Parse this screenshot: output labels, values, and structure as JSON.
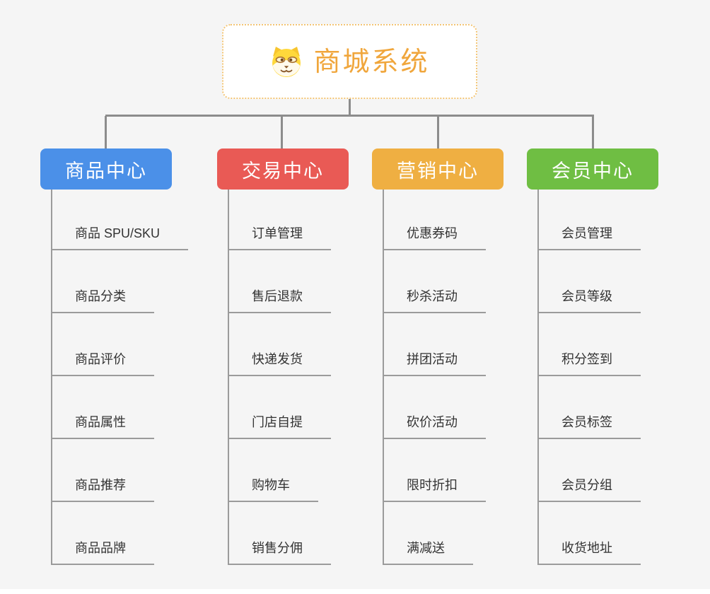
{
  "page": {
    "background_color": "#f5f5f5",
    "connector_color": "#8c8c8c",
    "leaf_line_color": "#9b9b9b",
    "leaf_text_color": "#333333"
  },
  "root": {
    "label": "商城系统",
    "icon": "dog-face-icon",
    "text_color": "#f0a63c",
    "border_color": "#f3c575",
    "background_color": "#ffffff"
  },
  "branches": [
    {
      "label": "商品中心",
      "color": "#4b90e8",
      "children": [
        "商品 SPU/SKU",
        "商品分类",
        "商品评价",
        "商品属性",
        "商品推荐",
        "商品品牌"
      ]
    },
    {
      "label": "交易中心",
      "color": "#e95a55",
      "children": [
        "订单管理",
        "售后退款",
        "快递发货",
        "门店自提",
        "购物车",
        "销售分佣"
      ]
    },
    {
      "label": "营销中心",
      "color": "#efaf42",
      "children": [
        "优惠券码",
        "秒杀活动",
        "拼团活动",
        "砍价活动",
        "限时折扣",
        "满减送"
      ]
    },
    {
      "label": "会员中心",
      "color": "#6fbe43",
      "children": [
        "会员管理",
        "会员等级",
        "积分签到",
        "会员标签",
        "会员分组",
        "收货地址"
      ]
    }
  ]
}
